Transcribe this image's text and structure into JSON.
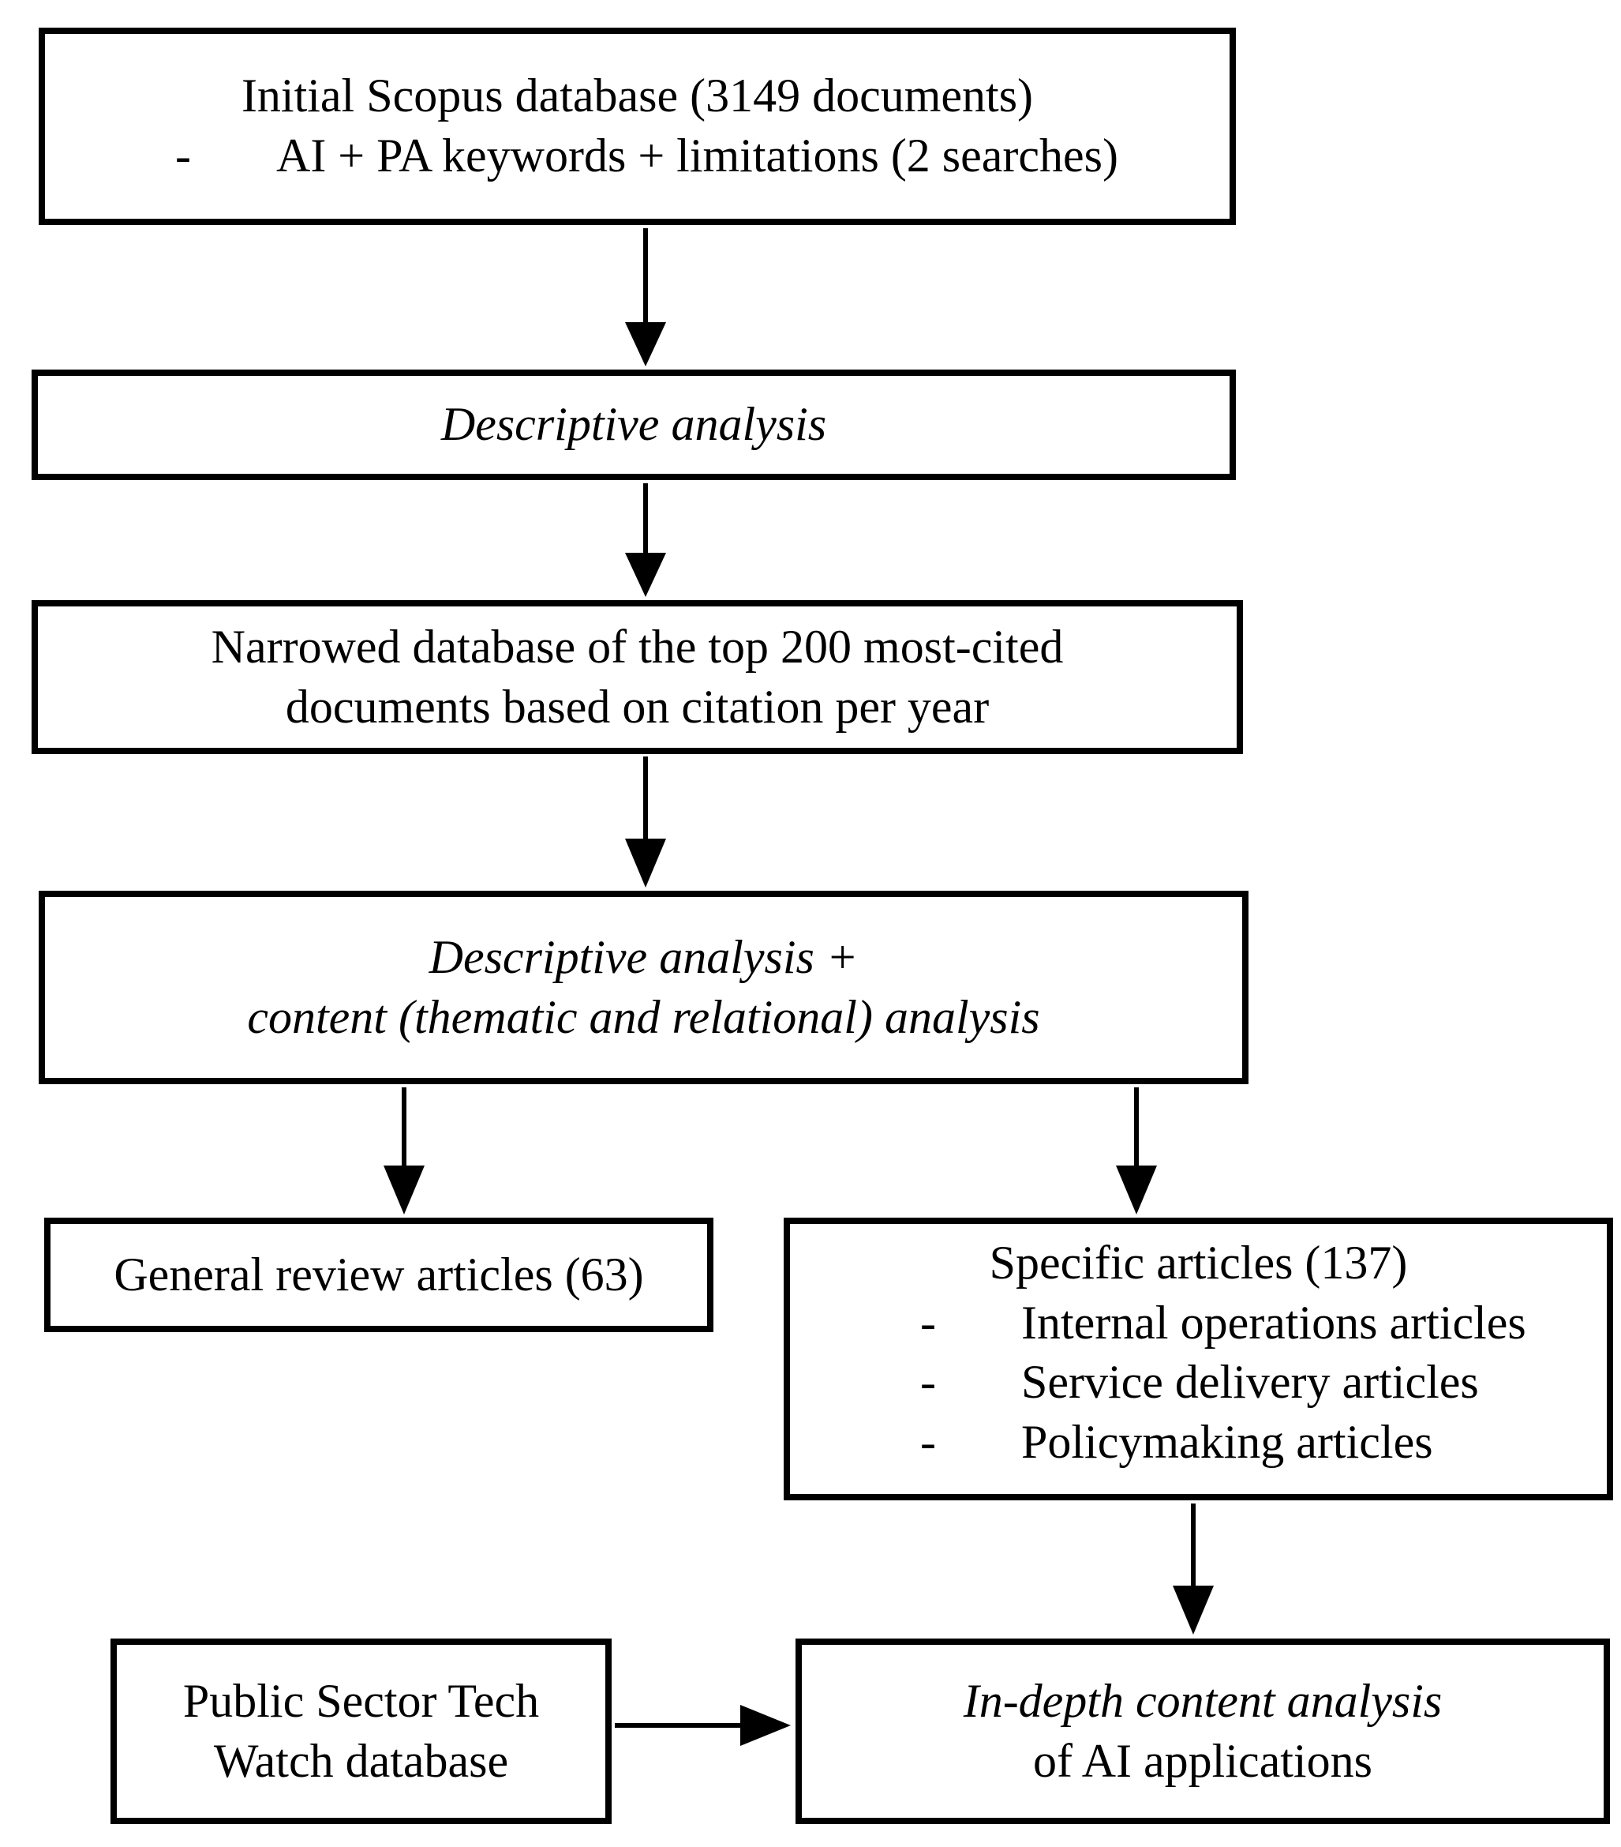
{
  "diagram": {
    "box_initial": {
      "line1": "Initial Scopus database (3149 documents)",
      "bullet_dash": "-",
      "bullet": "AI + PA keywords + limitations (2 searches)"
    },
    "box_descriptive": {
      "label": "Descriptive analysis"
    },
    "box_narrowed": {
      "line1": "Narrowed database of the top 200 most-cited",
      "line2": "documents based on citation per year"
    },
    "box_content_analysis": {
      "line1": "Descriptive analysis +",
      "line2": "content (thematic and relational) analysis"
    },
    "box_general": {
      "label": "General review articles (63)"
    },
    "box_specific": {
      "title": "Specific articles (137)",
      "bullet_dash": "-",
      "bullets": [
        "Internal operations articles",
        "Service delivery articles",
        "Policymaking articles"
      ]
    },
    "box_pstw": {
      "line1": "Public Sector Tech",
      "line2": "Watch database"
    },
    "box_indepth": {
      "line1": "In-depth content analysis",
      "line2": "of AI applications"
    }
  },
  "colors": {
    "border": "#000000",
    "text": "#000000",
    "background": "#ffffff"
  }
}
